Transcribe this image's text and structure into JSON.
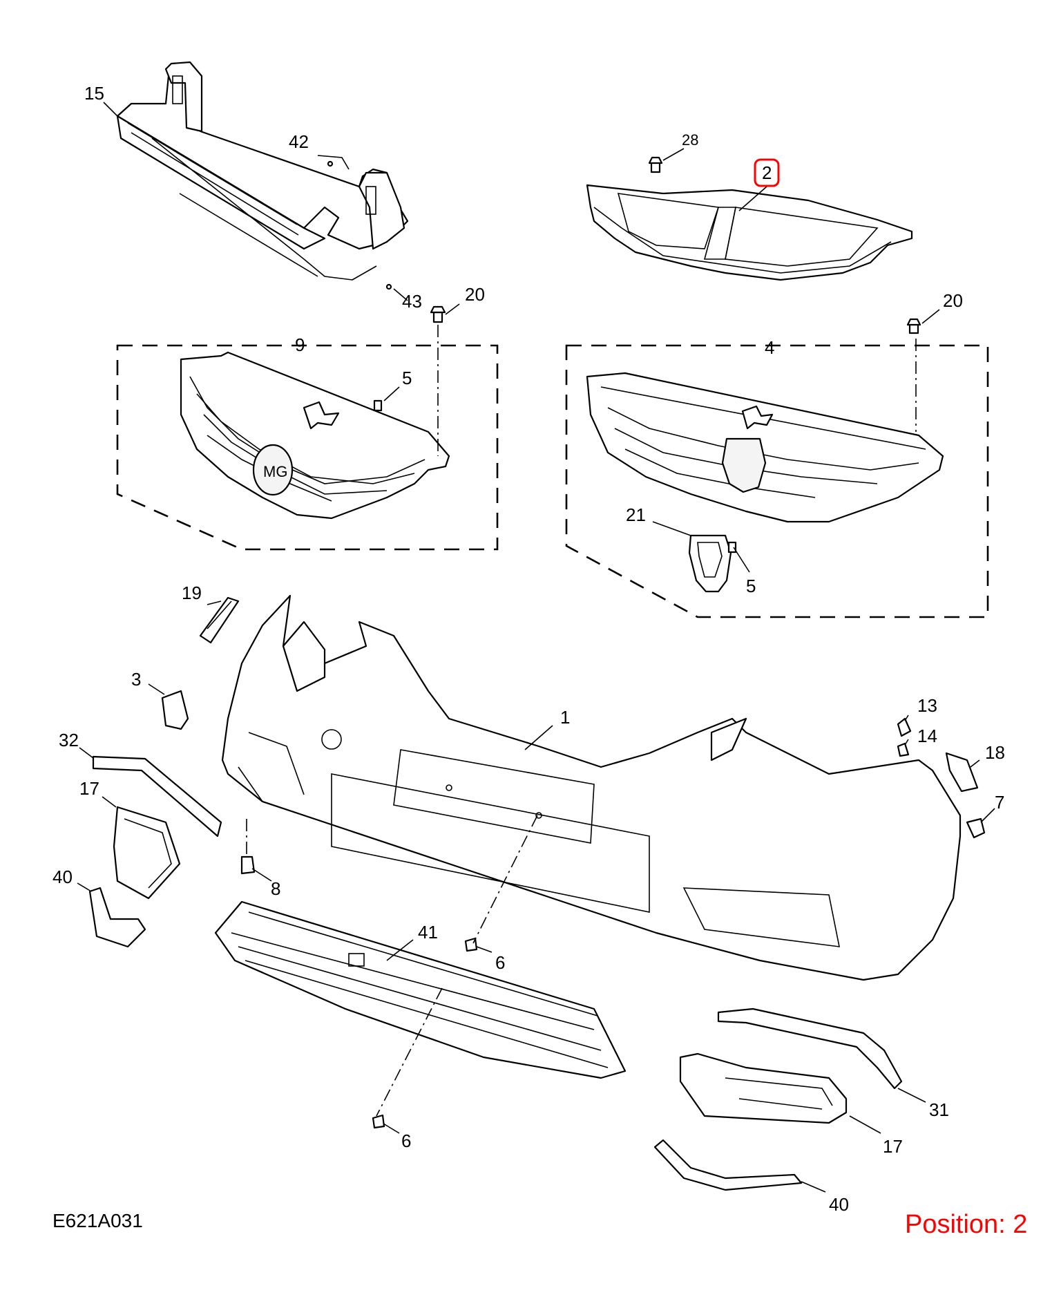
{
  "diagram": {
    "drawing_ref": "E621A031",
    "position_text": "Position: 2",
    "highlight_color": "#ff0000",
    "callouts": [
      {
        "id": "c-15a",
        "label": "15"
      },
      {
        "id": "c-42",
        "label": "42"
      },
      {
        "id": "c-43",
        "label": "43"
      },
      {
        "id": "c-20a",
        "label": "20"
      },
      {
        "id": "c-28",
        "label": "28"
      },
      {
        "id": "c-2",
        "label": "2"
      },
      {
        "id": "c-20b",
        "label": "20"
      },
      {
        "id": "c-9",
        "label": "9"
      },
      {
        "id": "c-5a",
        "label": "5"
      },
      {
        "id": "c-4",
        "label": "4"
      },
      {
        "id": "c-21",
        "label": "21"
      },
      {
        "id": "c-5b",
        "label": "5"
      },
      {
        "id": "c-19",
        "label": "19"
      },
      {
        "id": "c-3",
        "label": "3"
      },
      {
        "id": "c-1",
        "label": "1"
      },
      {
        "id": "c-13",
        "label": "13"
      },
      {
        "id": "c-14",
        "label": "14"
      },
      {
        "id": "c-18",
        "label": "18"
      },
      {
        "id": "c-7",
        "label": "7"
      },
      {
        "id": "c-32",
        "label": "32"
      },
      {
        "id": "c-17a",
        "label": "17"
      },
      {
        "id": "c-40a",
        "label": "40"
      },
      {
        "id": "c-8",
        "label": "8"
      },
      {
        "id": "c-41",
        "label": "41"
      },
      {
        "id": "c-6a",
        "label": "6"
      },
      {
        "id": "c-6b",
        "label": "6"
      },
      {
        "id": "c-31",
        "label": "31"
      },
      {
        "id": "c-17b",
        "label": "17"
      },
      {
        "id": "c-40b",
        "label": "40"
      }
    ]
  }
}
